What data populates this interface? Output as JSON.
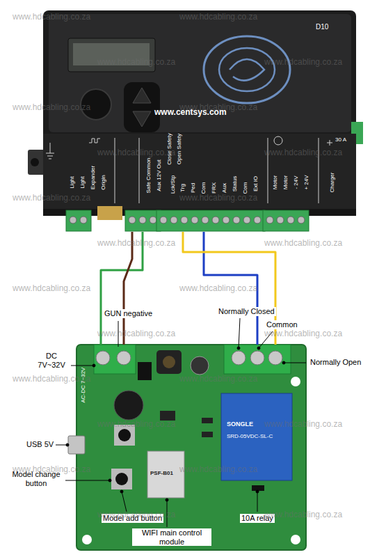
{
  "diagram": {
    "nodes": [
      {
        "text": [
          "D10",
          "www.centsys.com"
        ]
      },
      {
        "text": [
          "AC-DC 7~32V"
        ]
      },
      {
        "text": [
          "SONGLE",
          "SRD-05VDC-SL-C"
        ],
        "in": 1
      },
      {
        "text": [
          "PSF-B01"
        ],
        "in": 1
      }
    ],
    "edges": [
      {
        "from": 0,
        "to": 1,
        "arrow": "none"
      },
      {
        "from": 0,
        "to": 1,
        "arrow": "none"
      },
      {
        "from": 0,
        "to": 1,
        "arrow": "none"
      },
      {
        "from": 0,
        "to": 1,
        "arrow": "none"
      }
    ],
    "labels": [
      "Light",
      "Light",
      "Expander",
      "Origin",
      "Safe Common",
      "Aux 12V Out",
      "Close Safety",
      "Open Safety",
      "Lck/Stp",
      "Trg",
      "Ped",
      "Com",
      "FRX",
      "Aux",
      "Status",
      "Com",
      "Ext IO",
      "Motor",
      "Motor",
      "- 24V",
      "+ 24V",
      "Charger",
      "30 A",
      "GUN negative",
      "DC 7V~32V",
      "Normally Closed",
      "Common",
      "Normally Open",
      "USB 5V",
      "Model change button",
      "Model add button",
      "WIFI main control module",
      "10A relay",
      "www.hdcabling.co.za",
      "www.hdcabling.co.za",
      "www.hdcabling.co.za",
      "www.hdcabling.co.za",
      "www.hdcabling.co.za",
      "www.hdcabling.co.za",
      "www.hdcabling.co.za",
      "www.hdcabling.co.za",
      "www.hdcabling.co.za",
      "www.hdcabling.co.za",
      "www.hdcabling.co.za",
      "www.hdcabling.co.za",
      "www.hdcabling.co.za",
      "www.hdcabling.co.za",
      "www.hdcabling.co.za",
      "www.hdcabling.co.za",
      "www.hdcabling.co.za",
      "www.hdcabling.co.za",
      "www.hdcabling.co.za",
      "www.hdcabling.co.za",
      "www.hdcabling.co.za",
      "www.hdcabling.co.za",
      "www.hdcabling.co.za",
      "www.hdcabling.co.za"
    ]
  }
}
